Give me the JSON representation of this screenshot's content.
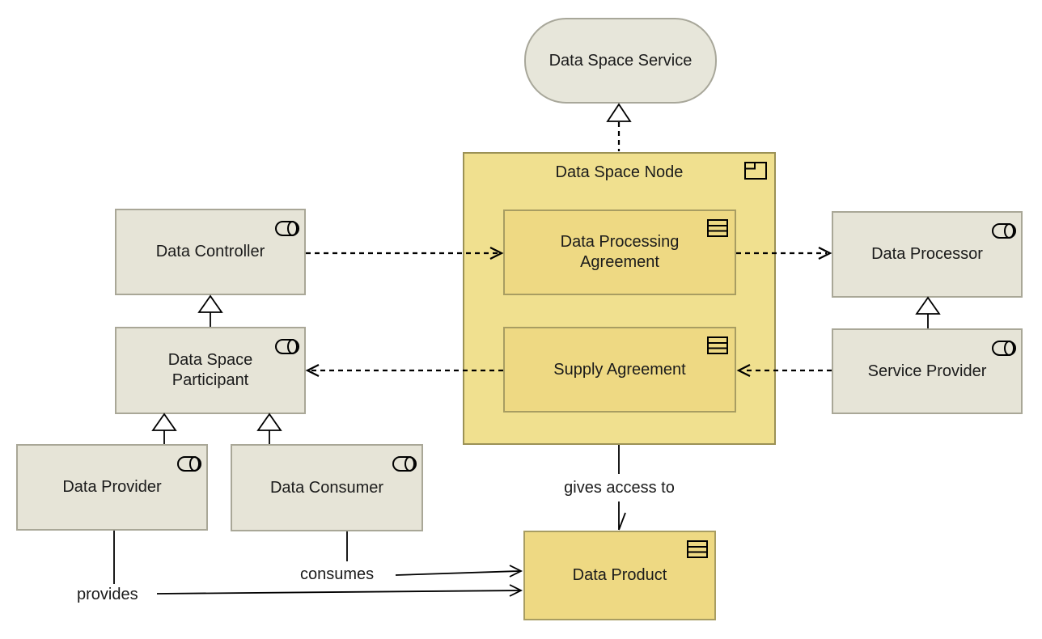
{
  "diagram": {
    "type": "archimate-concept-diagram",
    "colors": {
      "canvas_bg": "#ffffff",
      "service_fill": "#e7e6da",
      "service_border": "#a8a79a",
      "role_fill": "#e6e4d7",
      "role_border": "#a9a797",
      "node_fill": "#f0e08f",
      "node_border": "#9b9156",
      "contract_fill": "#eed983",
      "contract_border": "#a89d62",
      "line_color": "#000000",
      "text_color": "#1b1b1b"
    },
    "nodes": {
      "data_space_service": {
        "label": "Data Space Service",
        "shape": "rounded-service",
        "icon": "none"
      },
      "data_space_node": {
        "label": "Data Space Node",
        "shape": "grouping-box",
        "icon": "package-icon",
        "contains": [
          "data_processing_agreement",
          "supply_agreement"
        ]
      },
      "data_processing_agreement": {
        "label": "Data Processing Agreement",
        "shape": "rectangle",
        "icon": "contract-icon"
      },
      "supply_agreement": {
        "label": "Supply Agreement",
        "shape": "rectangle",
        "icon": "contract-icon"
      },
      "data_controller": {
        "label": "Data Controller",
        "shape": "rectangle",
        "icon": "role-cylinder-icon"
      },
      "data_space_participant": {
        "label": "Data Space Participant",
        "shape": "rectangle",
        "icon": "role-cylinder-icon"
      },
      "data_provider": {
        "label": "Data Provider",
        "shape": "rectangle",
        "icon": "role-cylinder-icon"
      },
      "data_consumer": {
        "label": "Data Consumer",
        "shape": "rectangle",
        "icon": "role-cylinder-icon"
      },
      "data_processor": {
        "label": "Data Processor",
        "shape": "rectangle",
        "icon": "role-cylinder-icon"
      },
      "service_provider": {
        "label": "Service Provider",
        "shape": "rectangle",
        "icon": "role-cylinder-icon"
      },
      "data_product": {
        "label": "Data Product",
        "shape": "rectangle",
        "icon": "contract-icon"
      }
    },
    "edge_labels": {
      "gives_access_to": "gives access to",
      "provides": "provides",
      "consumes": "consumes"
    },
    "relations": [
      {
        "from": "data_space_node",
        "to": "data_space_service",
        "type": "realization-dashed-hollow-triangle",
        "label": ""
      },
      {
        "from": "data_space_participant",
        "to": "data_controller",
        "type": "generalization-hollow-triangle",
        "label": ""
      },
      {
        "from": "data_provider",
        "to": "data_space_participant",
        "type": "generalization-hollow-triangle",
        "label": ""
      },
      {
        "from": "data_consumer",
        "to": "data_space_participant",
        "type": "generalization-hollow-triangle",
        "label": ""
      },
      {
        "from": "service_provider",
        "to": "data_processor",
        "type": "generalization-hollow-triangle",
        "label": ""
      },
      {
        "from": "data_controller",
        "to": "data_processing_agreement",
        "type": "dashed-open-arrow",
        "label": ""
      },
      {
        "from": "data_processing_agreement",
        "to": "data_processor",
        "type": "dashed-open-arrow",
        "label": ""
      },
      {
        "from": "service_provider",
        "to": "supply_agreement",
        "type": "dashed-open-arrow",
        "label": ""
      },
      {
        "from": "supply_agreement",
        "to": "data_space_participant",
        "type": "dashed-open-arrow",
        "label": ""
      },
      {
        "from": "data_space_node",
        "to": "data_product",
        "type": "access-half-open-arrow",
        "label": "gives access to"
      },
      {
        "from": "data_provider",
        "to": "data_product",
        "type": "open-arrow",
        "label": "provides"
      },
      {
        "from": "data_consumer",
        "to": "data_product",
        "type": "open-arrow",
        "label": "consumes"
      }
    ]
  }
}
